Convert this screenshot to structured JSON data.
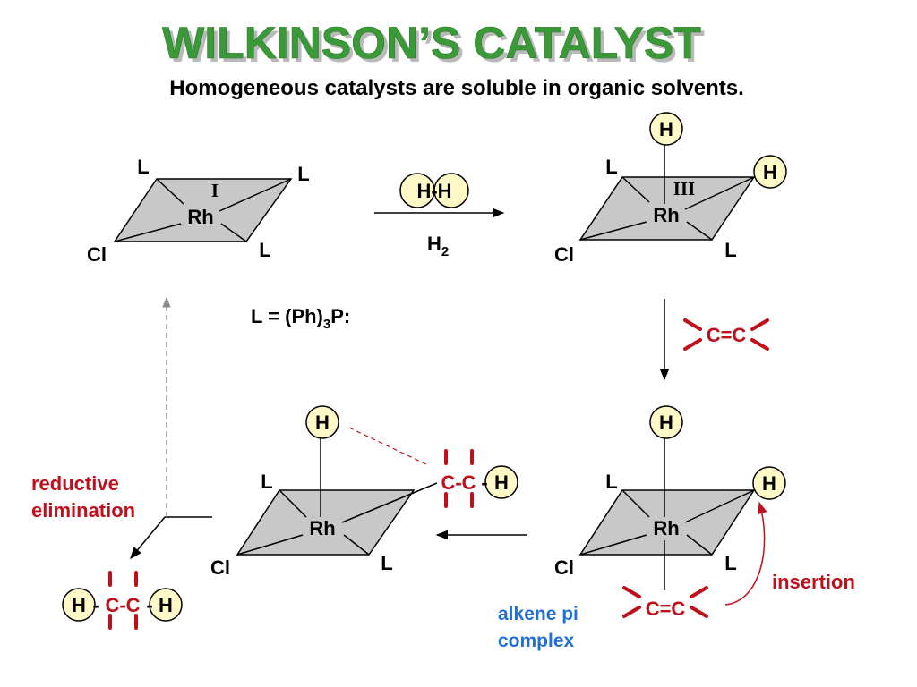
{
  "title": "WILKINSON’S CATALYST",
  "subtitle": "Homogeneous catalysts are soluble in organic solvents.",
  "atoms": {
    "rh": "Rh",
    "l": "L",
    "cl": "Cl",
    "h": "H"
  },
  "oxidation": {
    "top_left": "I",
    "top_right": "III"
  },
  "reagent": {
    "hh": "H-H",
    "h2_main": "H",
    "h2_sub": "2"
  },
  "ligand": {
    "main": "L = (Ph)",
    "sub": "3",
    "tail": "P:"
  },
  "alkene": "C=C",
  "fragments": {
    "cc": "C-C"
  },
  "labels": {
    "reductive_1": "reductive",
    "reductive_2": "elimination",
    "insertion": "insertion",
    "pi_1": "alkene pi",
    "pi_2": "complex"
  },
  "colors": {
    "title": "#3a9a38",
    "highlight": "#c0101c",
    "complex_label": "#1f6fd6",
    "h_fill": "#fef9c7",
    "plane": "#c8c8c8"
  }
}
